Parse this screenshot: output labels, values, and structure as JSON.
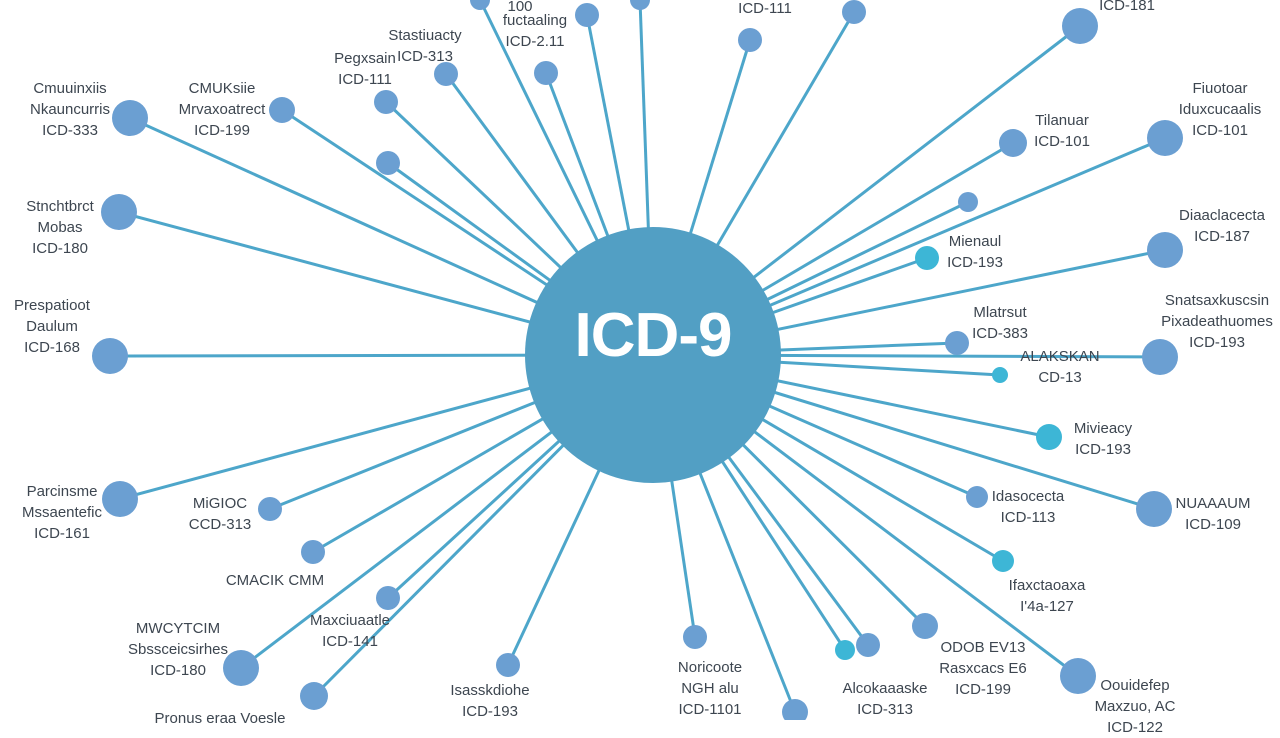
{
  "hub": {
    "title": "ICD-9",
    "color": "#529fc4"
  },
  "colors": {
    "edge": "#3a9cc4",
    "node": "#6b9fd2",
    "node_accent": "#3db6d6"
  },
  "nodes": [
    {
      "label": [
        "Cmuuinxiis",
        "Nkauncurris",
        "ICD-333"
      ]
    },
    {
      "label": [
        "CMUKsiie",
        "Mrvaxoatrect",
        "ICD-199"
      ]
    },
    {
      "label": [
        "Pegxsain",
        "ICD-111"
      ]
    },
    {
      "label": [
        "Stastiuacty",
        "ICD-313"
      ]
    },
    {
      "label": []
    },
    {
      "label": [
        "fuctaaling",
        "ICD-2.11"
      ]
    },
    {
      "label": [
        "100"
      ]
    },
    {
      "label": []
    },
    {
      "label": []
    },
    {
      "label": [
        "ICD-111"
      ]
    },
    {
      "label": []
    },
    {
      "label": [
        "ICD-181"
      ]
    },
    {
      "label": [
        "Fiuotoar",
        "Iduxcucaalis",
        "ICD-101"
      ]
    },
    {
      "label": [
        "Tilanuar",
        "ICD-101"
      ]
    },
    {
      "label": []
    },
    {
      "label": [
        "Mienaul",
        "ICD-193"
      ]
    },
    {
      "label": [
        "Diaaclacecta",
        "ICD-187"
      ]
    },
    {
      "label": [
        "Mlatrsut",
        "ICD-383"
      ]
    },
    {
      "label": [
        "Snatsaxkuscsin",
        "Pixadeathuomes",
        "ICD-193"
      ]
    },
    {
      "label": [
        "ALAKSKAN",
        "CD-13"
      ]
    },
    {
      "label": [
        "Mivieacy",
        "ICD-193"
      ]
    },
    {
      "label": [
        "Idasocecta",
        "ICD-113"
      ]
    },
    {
      "label": [
        "NUAAAUM",
        "ICD-109"
      ]
    },
    {
      "label": [
        "Ifaxctaoaxa",
        "I'4a-127"
      ]
    },
    {
      "label": [
        "ODOB EV13",
        "Rasxcacs E6",
        "ICD-199"
      ]
    },
    {
      "label": []
    },
    {
      "label": []
    },
    {
      "label": [
        "Oouidefep",
        "Maxzuo, AC",
        "ICD-122"
      ]
    },
    {
      "label": [
        "Alcokaaaske",
        "ICD-313"
      ]
    },
    {
      "label": [
        "Noricoote",
        "NGH alu",
        "ICD-1101"
      ]
    },
    {
      "label": [
        "Isasskdiohe",
        "ICD-193"
      ]
    },
    {
      "label": []
    },
    {
      "label": [
        "MWCYTCIM",
        "Sbssceicsirhes",
        "ICD-180"
      ]
    },
    {
      "label": [
        "Maxciuaatle",
        "ICD-141"
      ]
    },
    {
      "label": [
        "CMACIK CMM"
      ]
    },
    {
      "label": [
        "MiGIOC",
        "CCD-313"
      ]
    },
    {
      "label": [
        "Parcinsme",
        "Mssaentefic",
        "ICD-161"
      ]
    },
    {
      "label": [
        "Prespatioot",
        "Daulum",
        "ICD-168"
      ]
    },
    {
      "label": [
        "Stnchtbrct",
        "Mobas",
        "ICD-180"
      ]
    },
    {
      "label": [
        "Pronus eraa Voesle"
      ]
    }
  ]
}
